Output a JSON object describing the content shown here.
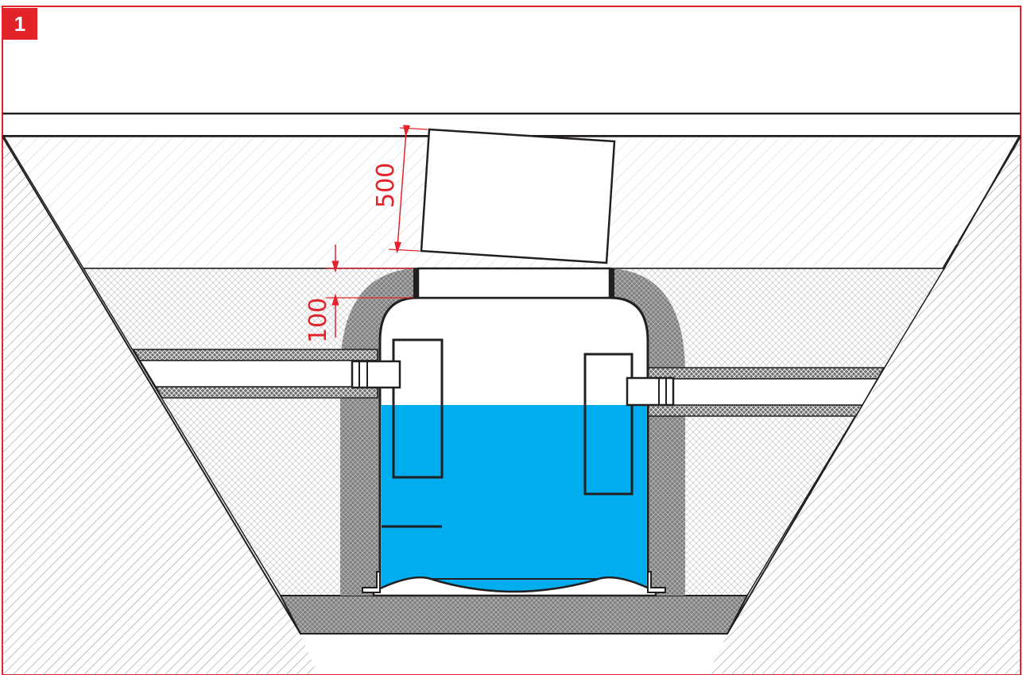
{
  "step": {
    "number": "1"
  },
  "dimensions": {
    "cover_height": "500",
    "neck_height": "100"
  },
  "colors": {
    "accent_red": "#e3232a",
    "water_blue": "#00aeef",
    "line_black": "#231f20",
    "concrete_grey": "#8a8a8a"
  },
  "icons": {
    "step_marker": "red-square-number-icon"
  }
}
